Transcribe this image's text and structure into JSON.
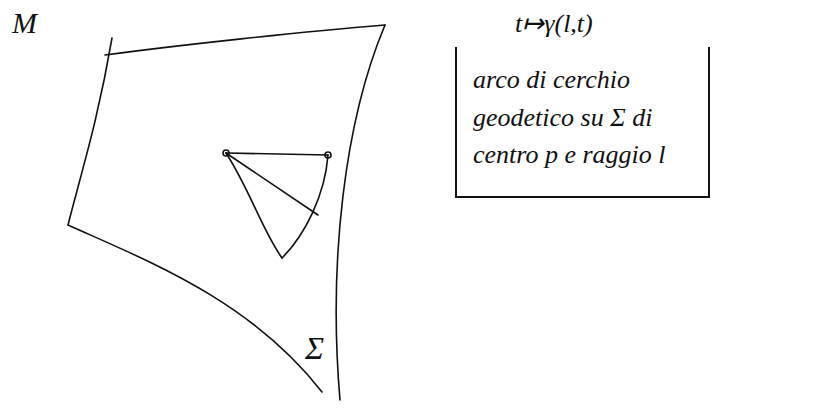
{
  "diagram": {
    "nodes": [
      {
        "text": [
          "t↦γ(l,t)",
          "arco di cerchio geodetico su Σ di centro p e raggio l"
        ]
      }
    ],
    "labels": [
      "M",
      "Σ"
    ]
  }
}
